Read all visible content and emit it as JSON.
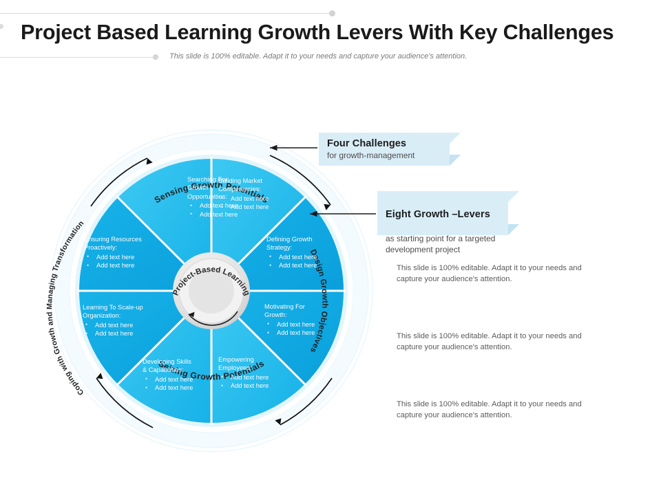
{
  "header": {
    "title": "Project Based Learning Growth Levers With Key Challenges",
    "subtitle": "This slide is 100% editable. Adapt it to your needs and capture your audience's attention."
  },
  "wheel": {
    "center_label": "Project-Based Learning",
    "colors": {
      "segment_light": "#29c0f0",
      "segment_dark": "#10a8e4",
      "ring": "#e8f7fd",
      "hub": "#e0e0e0",
      "callout_bg": "#d9edf7",
      "text_body": "#5b5b5b"
    },
    "ring_labels": [
      {
        "id": "top",
        "text": "Sensing Growth Potentials"
      },
      {
        "id": "right",
        "text": "Design Growth Objectives"
      },
      {
        "id": "bottom",
        "text": "Seizing Growth Potentials"
      },
      {
        "id": "left",
        "text": "Coping with Growth and Managing Transformation"
      }
    ],
    "segments": [
      {
        "id": "searching-for-growth-opportunities",
        "heading": "Searching For\nGrowth\nOpportunities:",
        "bullets": [
          "Add text here",
          "Add text here"
        ]
      },
      {
        "id": "building-market-competencies",
        "heading": "Building Market\nCompetencies:",
        "bullets": [
          "Add text here",
          "Add text here"
        ]
      },
      {
        "id": "defining-growth-strategy",
        "heading": "Defining Growth\nStrategy:",
        "bullets": [
          "Add text here",
          "Add text here"
        ]
      },
      {
        "id": "motivating-for-growth",
        "heading": "Motivating For\nGrowth:",
        "bullets": [
          "Add text here",
          "Add text here"
        ]
      },
      {
        "id": "empowering-employees",
        "heading": "Empowering\nEmployees:",
        "bullets": [
          "Add text here",
          "Add text here"
        ]
      },
      {
        "id": "developing-skills-capabilities",
        "heading": "Developing Skills\n& Capabilities:",
        "bullets": [
          "Add text here",
          "Add text here"
        ]
      },
      {
        "id": "learning-to-scale-up-organization",
        "heading": "Learning To Scale-up\nOrganization:",
        "bullets": [
          "Add text here",
          "Add text here"
        ]
      },
      {
        "id": "ensuring-resources-proactively",
        "heading": "Ensuring Resources\nProactively:",
        "bullets": [
          "Add text here",
          "Add text here"
        ]
      }
    ]
  },
  "callouts": [
    {
      "id": "four-challenges",
      "title": "Four Challenges",
      "subtitle": "for growth-management"
    },
    {
      "id": "eight-growth-levers",
      "title": "Eight Growth –Levers",
      "subtitle": "as starting point for a targeted\ndevelopment project"
    }
  ],
  "body_paragraphs": [
    "This slide is 100% editable. Adapt it to your needs and capture your audience's attention.",
    "This slide is 100% editable. Adapt it to your needs and capture your audience's attention.",
    "This slide is 100% editable. Adapt it to your needs and capture your audience's attention."
  ]
}
